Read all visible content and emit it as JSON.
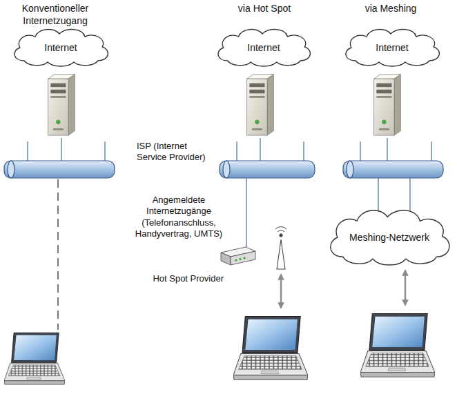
{
  "diagram": {
    "nodes": [
      {
        "text": [
          "Internet"
        ]
      },
      {
        "text": [
          "Internet"
        ]
      },
      {
        "text": [
          "Internet"
        ]
      },
      {
        "text": [
          "Meshing-Netzwerk"
        ]
      }
    ],
    "labels": [
      "Konventioneller Internetzugang",
      "via Hot Spot",
      "via Meshing",
      "ISP (Internet Service Provider)",
      "Angemeldete Internetzugänge (Telefonanschluss, Handyvertrag, UMTS)",
      "Hot Spot Provider"
    ]
  }
}
